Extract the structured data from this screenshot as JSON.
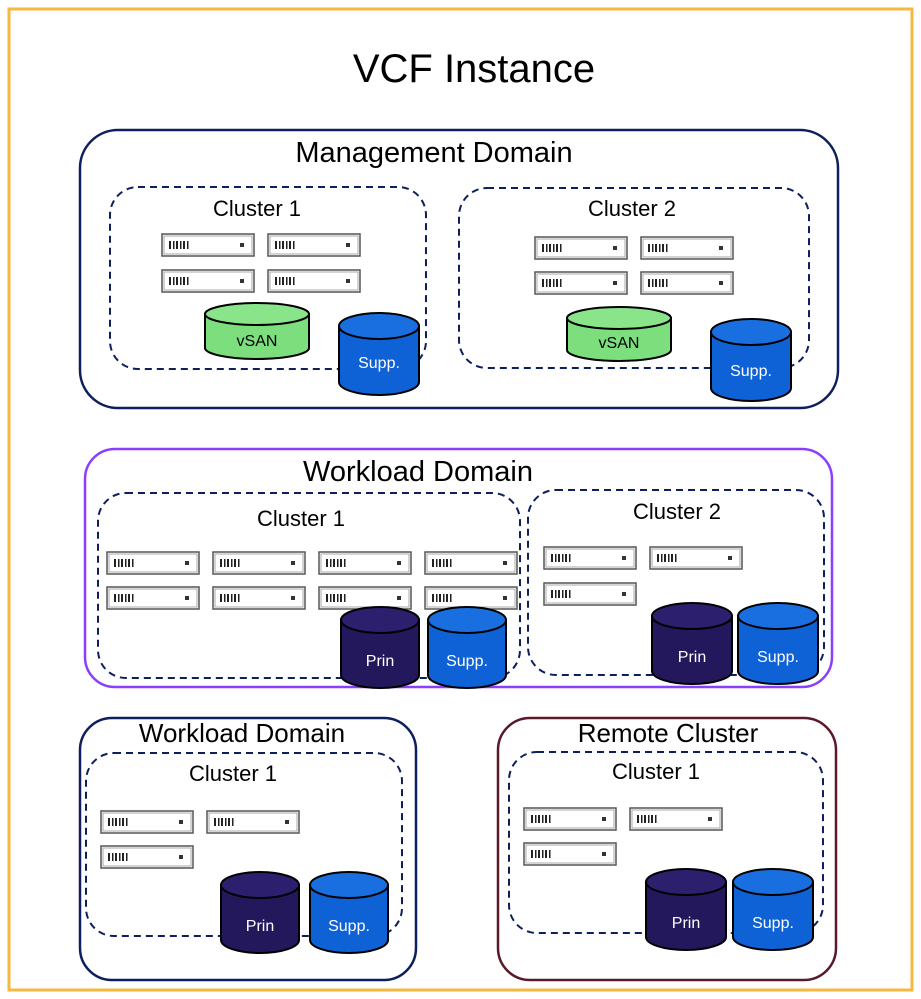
{
  "instance": {
    "title": "VCF Instance",
    "border_color": "#f5b942"
  },
  "colors": {
    "management_border": "#0d1f5c",
    "workload_primary_border": "#8a3ffc",
    "workload_secondary_border": "#0d1f5c",
    "remote_border": "#5a1a2a",
    "cluster_dash": "#0d1f5c",
    "vsan_fill": "#7dde7d",
    "supp_fill": "#0f62d6",
    "prin_fill": "#23185c"
  },
  "management_domain": {
    "title": "Management Domain",
    "clusters": [
      {
        "title": "Cluster 1",
        "vsan_label": "vSAN",
        "supp_label": "Supp."
      },
      {
        "title": "Cluster 2",
        "vsan_label": "vSAN",
        "supp_label": "Supp."
      }
    ]
  },
  "workload_domain_1": {
    "title": "Workload Domain",
    "clusters": [
      {
        "title": "Cluster 1",
        "prin_label": "Prin",
        "supp_label": "Supp."
      },
      {
        "title": "Cluster 2",
        "prin_label": "Prin",
        "supp_label": "Supp."
      }
    ]
  },
  "workload_domain_2": {
    "title": "Workload Domain",
    "clusters": [
      {
        "title": "Cluster 1",
        "prin_label": "Prin",
        "supp_label": "Supp."
      }
    ]
  },
  "remote_cluster": {
    "title": "Remote Cluster",
    "clusters": [
      {
        "title": "Cluster 1",
        "prin_label": "Prin",
        "supp_label": "Supp."
      }
    ]
  }
}
